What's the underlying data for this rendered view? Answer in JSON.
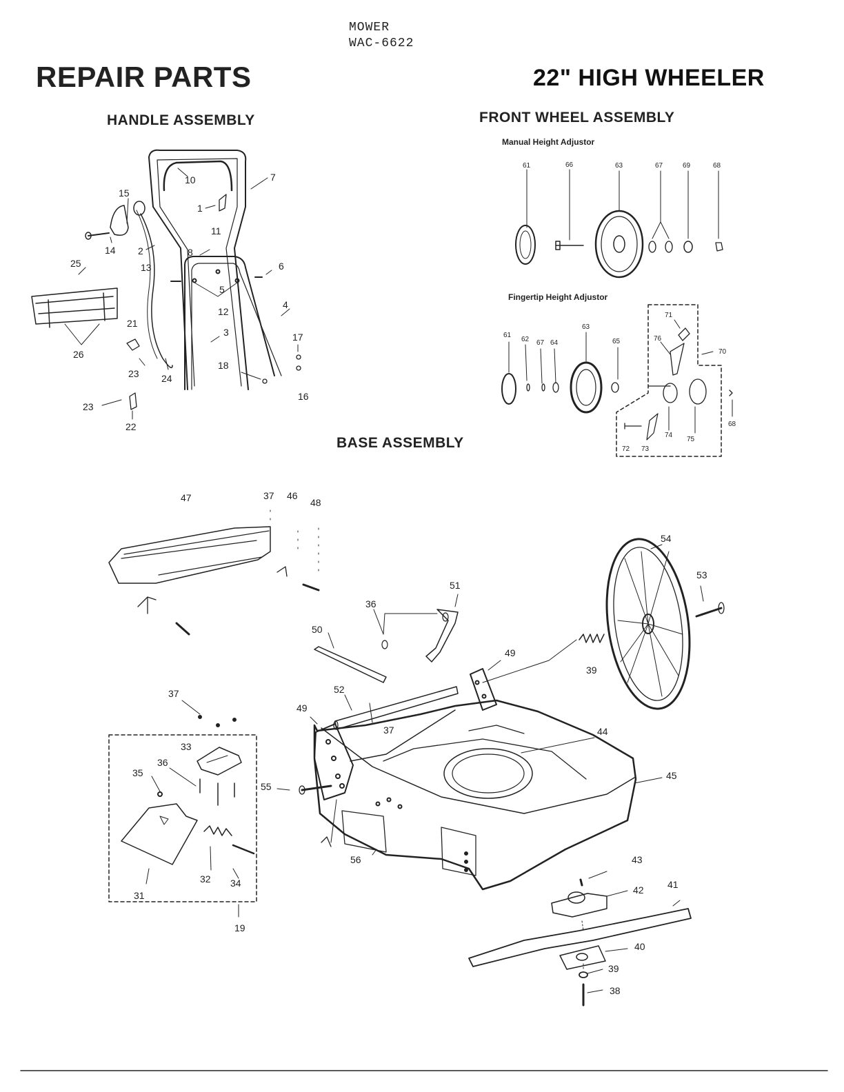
{
  "header": {
    "product_type": "MOWER",
    "model": "WAC-6622",
    "title_left": "REPAIR PARTS",
    "title_right": "22\" HIGH WHEELER"
  },
  "sections": {
    "handle": "HANDLE ASSEMBLY",
    "front_wheel": "FRONT WHEEL ASSEMBLY",
    "base": "BASE ASSEMBLY"
  },
  "subsections": {
    "manual": "Manual Height Adjustor",
    "fingertip": "Fingertip Height Adjustor"
  },
  "callouts": {
    "handle": [
      "10",
      "7",
      "15",
      "1",
      "11",
      "14",
      "2",
      "8",
      "13",
      "6",
      "25",
      "5",
      "12",
      "4",
      "21",
      "3",
      "17",
      "26",
      "23",
      "24",
      "18",
      "16",
      "23",
      "22"
    ],
    "manual": [
      "61",
      "66",
      "63",
      "67",
      "69",
      "68"
    ],
    "fingertip": [
      "71",
      "61",
      "62",
      "67",
      "64",
      "63",
      "65",
      "76",
      "70",
      "68",
      "72",
      "73",
      "74",
      "75"
    ],
    "base": [
      "47",
      "37",
      "46",
      "48",
      "54",
      "53",
      "51",
      "36",
      "50",
      "49",
      "39",
      "37",
      "52",
      "49",
      "37",
      "44",
      "33",
      "36",
      "35",
      "55",
      "45",
      "32",
      "56",
      "34",
      "31",
      "19",
      "43",
      "42",
      "41",
      "40",
      "39",
      "38"
    ]
  }
}
